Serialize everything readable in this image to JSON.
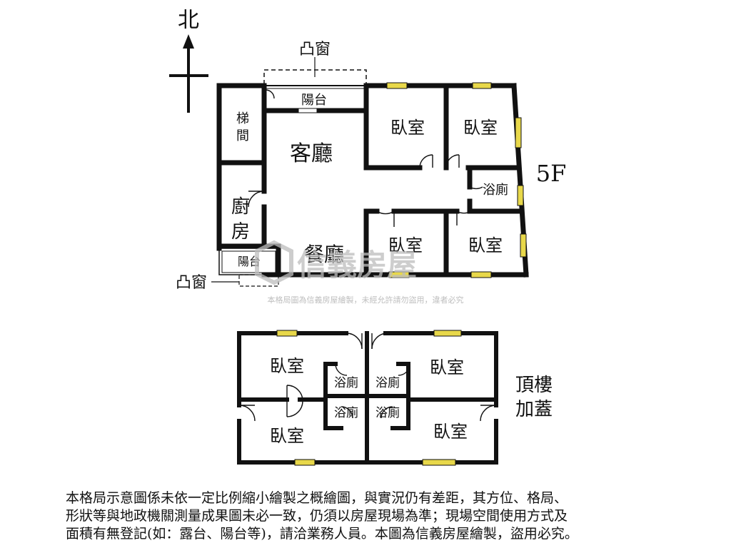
{
  "compass": {
    "north": "北"
  },
  "floor5": {
    "label": "5F",
    "bay_window_top": "凸窗",
    "bay_window_bottom": "凸窗",
    "rooms": {
      "balcony_north": "陽台",
      "stairs_1": "梯",
      "stairs_2": "間",
      "living": "客廳",
      "bedroom_ne1": "臥室",
      "bedroom_ne2": "臥室",
      "bath": "浴廁",
      "kitchen_1": "廚",
      "kitchen_2": "房",
      "dining": "餐廳",
      "bedroom_s1": "臥室",
      "bedroom_s2": "臥室",
      "balcony_south": "陽台"
    }
  },
  "watermark": {
    "logo_text": "信義房屋",
    "copyright": "本格局圖為信義房屋繪製，未經允許請勿盜用，違者必究"
  },
  "roof": {
    "label_1": "頂樓",
    "label_2": "加蓋",
    "rooms": {
      "bedroom_nw": "臥室",
      "bedroom_ne": "臥室",
      "bedroom_sw": "臥室",
      "bedroom_se": "臥室",
      "bath_1": "浴廁",
      "bath_2": "浴廁",
      "bath_3": "浴廁",
      "bath_4": "浴廁"
    }
  },
  "disclaimer": {
    "line1": "本格局示意圖係未依一定比例縮小繪製之概繪圖，與實況仍有差距，其方位、格局、",
    "line2": "形狀等與地政機關測量成果圖未必一致，仍須以房屋現場為準；現場空間使用方式及",
    "line3": "面積有無登記(如：露台、陽台等)，請洽業務人員。本圖為信義房屋繪製，盜用必究。"
  },
  "colors": {
    "wall": "#111111",
    "window": "#e8d84a",
    "watermark": "#bdbdbd"
  }
}
